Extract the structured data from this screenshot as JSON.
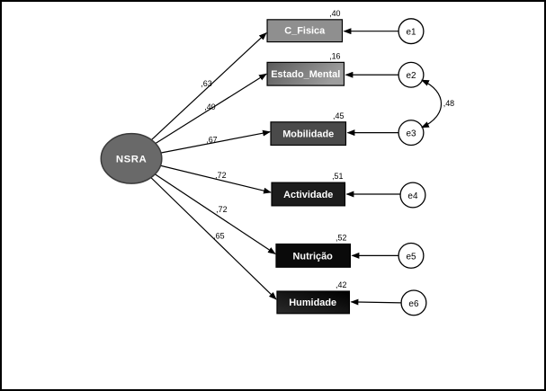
{
  "diagram": {
    "type": "SEM path diagram (confirmatory factor analysis)",
    "latent": {
      "label": "NSRA"
    },
    "indicators": [
      {
        "name": "C_Fisica",
        "r2": ",40",
        "loading": ",63",
        "error": "e1"
      },
      {
        "name": "Estado_Mental",
        "r2": ",16",
        "loading": ",40",
        "error": "e2"
      },
      {
        "name": "Mobilidade",
        "r2": ",45",
        "loading": ",67",
        "error": "e3"
      },
      {
        "name": "Actividade",
        "r2": ",51",
        "loading": ",72",
        "error": "e4"
      },
      {
        "name": "Nutrição",
        "r2": ",52",
        "loading": ",72",
        "error": "e5"
      },
      {
        "name": "Humidade",
        "r2": ",42",
        "loading": ",65",
        "error": "e6"
      }
    ],
    "covariances": [
      {
        "from": "e2",
        "to": "e3",
        "value": ",48"
      }
    ],
    "colors": {
      "background": "#ffffff",
      "frame_border": "#000000",
      "latent_fill": "#696969",
      "box_fills": [
        "#8f8f8f",
        "#5a5a5a→#9e9e9e",
        "#4a4a4a",
        "#1c1c1c",
        "#0a0a0a",
        "#2a2a2a→#000000"
      ],
      "box_text": "#ffffff",
      "error_fill": "#ffffff",
      "line": "#000000"
    }
  }
}
